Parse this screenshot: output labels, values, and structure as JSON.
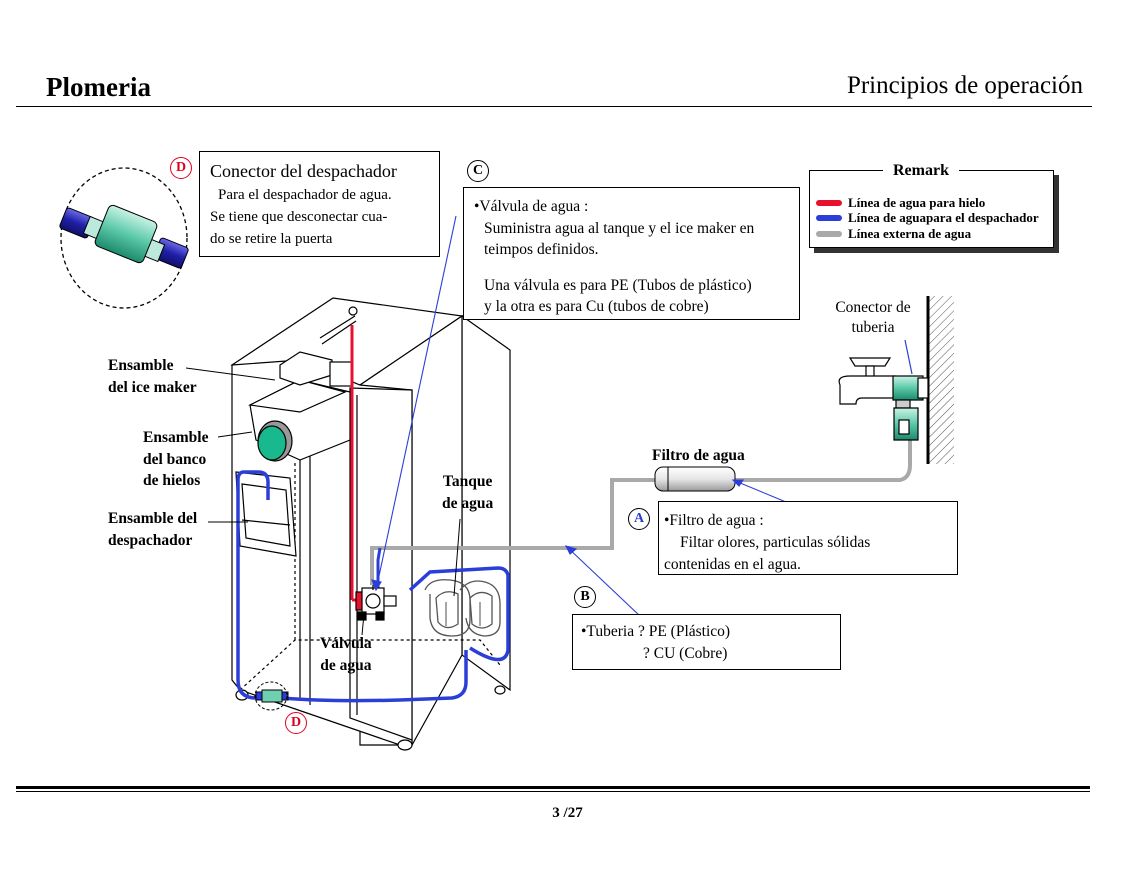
{
  "header": {
    "left_title": "Plomeria",
    "right_title": "Principios de operación"
  },
  "footer": {
    "page": "3 /27"
  },
  "remark": {
    "title": "Remark",
    "items": [
      {
        "label": "Línea de agua para hielo",
        "color": "#e8102c"
      },
      {
        "label": "Línea de aguapara el despachador",
        "color": "#2b3fd8"
      },
      {
        "label": "Línea externa de agua",
        "color": "#a9a9a9"
      }
    ]
  },
  "callouts": {
    "d": {
      "marker": "D",
      "title": "Conector del despachador",
      "line1": "Para el despachador de agua.",
      "line2": "Se tiene que desconectar cua-",
      "line3": "do se retire la puerta"
    },
    "c": {
      "marker": "C",
      "line1": "•Válvula de agua :",
      "line2": "Suministra agua al tanque y el ice maker en",
      "line3": "teimpos definidos.",
      "line4": "Una válvula es para PE (Tubos de plástico)",
      "line5": "y la otra es para Cu (tubos de cobre)"
    },
    "a": {
      "marker": "A",
      "line1": "•Filtro de agua :",
      "line2": "Filtar olores, particulas sólidas",
      "line3": "contenidas en el agua."
    },
    "b": {
      "marker": "B",
      "line1": "•Tuberia  ?  PE (Plástico)",
      "line2": "?  CU (Cobre)"
    }
  },
  "labels": {
    "ice_maker_1": "Ensamble",
    "ice_maker_2": "del ice maker",
    "ice_bank_1": "Ensamble",
    "ice_bank_2": "del banco",
    "ice_bank_3": "de hielos",
    "dispenser_1": "Ensamble del",
    "dispenser_2": "despachador",
    "tank_1": "Tanque",
    "tank_2": "de agua",
    "valve_1": "Válvula",
    "valve_2": "de agua",
    "filter": "Filtro de agua",
    "pipe_connector_1": "Conector de",
    "pipe_connector_2": "tuberia",
    "marker_d_bottom": "D"
  }
}
